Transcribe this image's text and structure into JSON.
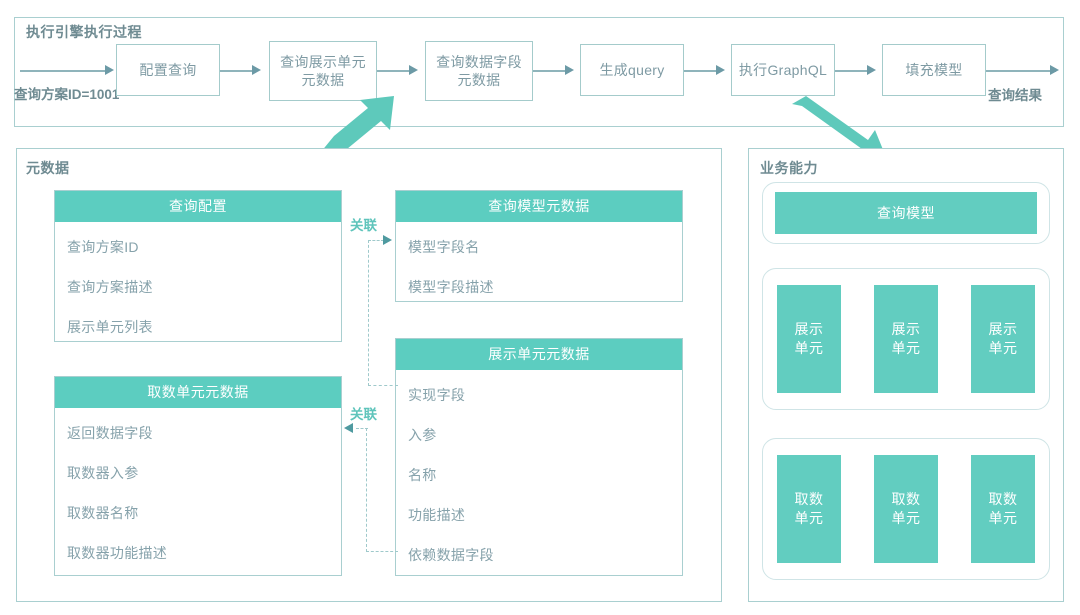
{
  "flow_panel": {
    "title": "执行引擎执行过程",
    "input_label": "查询方案ID=1001",
    "output_label": "查询结果",
    "steps": [
      {
        "label": "配置查询"
      },
      {
        "label": "查询展示单元\n元数据",
        "line1": "查询展示单元",
        "line2": "元数据"
      },
      {
        "label": "查询数据字段\n元数据",
        "line1": "查询数据字段",
        "line2": "元数据"
      },
      {
        "label": "生成query"
      },
      {
        "label": "执行GraphQL"
      },
      {
        "label": "填充模型"
      }
    ]
  },
  "metadata_panel": {
    "title": "元数据",
    "tables": [
      {
        "id": "query-config",
        "header": "查询配置",
        "rows": [
          "查询方案ID",
          "查询方案描述",
          "展示单元列表"
        ]
      },
      {
        "id": "fetch-unit-metadata",
        "header": "取数单元元数据",
        "rows": [
          "返回数据字段",
          "取数器入参",
          "取数器名称",
          "取数器功能描述"
        ]
      },
      {
        "id": "query-model-metadata",
        "header": "查询模型元数据",
        "rows": [
          "模型字段名",
          "模型字段描述"
        ]
      },
      {
        "id": "display-unit-metadata",
        "header": "展示单元元数据",
        "rows": [
          "实现字段",
          "入参",
          "名称",
          "功能描述",
          "依赖数据字段"
        ]
      }
    ],
    "association_labels": [
      "关联",
      "关联"
    ]
  },
  "capability_panel": {
    "title": "业务能力",
    "groups": [
      {
        "id": "query-model-group",
        "chips": [
          "查询模型"
        ]
      },
      {
        "id": "display-unit-group",
        "chips": [
          "展示\n单元",
          "展示\n单元",
          "展示\n单元"
        ],
        "chip_lines": [
          [
            "展示",
            "单元"
          ],
          [
            "展示",
            "单元"
          ],
          [
            "展示",
            "单元"
          ]
        ]
      },
      {
        "id": "fetch-unit-group",
        "chips": [
          "取数\n单元",
          "取数\n单元",
          "取数\n单元"
        ],
        "chip_lines": [
          [
            "取数",
            "单元"
          ],
          [
            "取数",
            "单元"
          ],
          [
            "取数",
            "单元"
          ]
        ]
      }
    ]
  },
  "colors": {
    "accent_teal": "#5ccdc0",
    "panel_border": "#a9cfd0",
    "text_muted": "#86a2ab",
    "title_text": "#6f8b92",
    "big_arrow": "#5ec9bb"
  }
}
